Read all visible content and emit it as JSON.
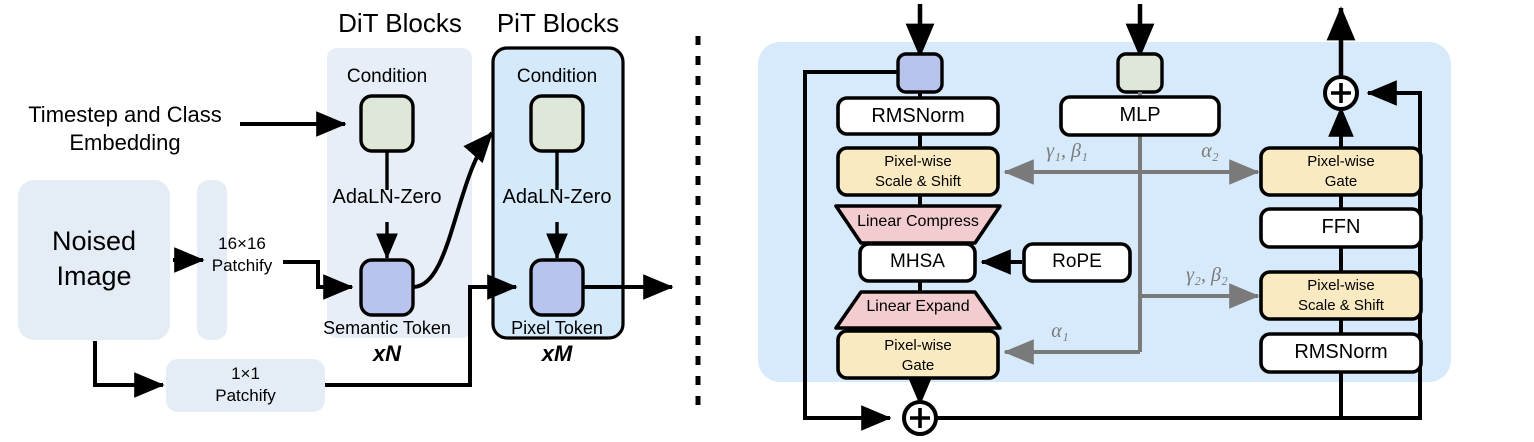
{
  "figure": {
    "left_panel": {
      "title_dit": "DiT Blocks",
      "title_pit": "PiT Blocks",
      "noised_image": "Noised\nImage",
      "noised_image_l1": "Noised",
      "noised_image_l2": "Image",
      "patchify_16": "16×16",
      "patchify_16_l2": "Patchify",
      "patchify_1": "1×1",
      "patchify_1_l2": "Patchify",
      "timestep_l1": "Timestep and Class",
      "timestep_l2": "Embedding",
      "condition_dit": "Condition",
      "condition_pit": "Condition",
      "adaln_dit": "AdaLN-Zero",
      "adaln_pit": "AdaLN-Zero",
      "semantic_token": "Semantic Token",
      "pixel_token": "Pixel Token",
      "repeat_n": "xN",
      "repeat_m": "xM"
    },
    "right_panel": {
      "rmsnorm_left": "RMSNorm",
      "scale_shift_left_l1": "Pixel-wise",
      "scale_shift_left_l2": "Scale & Shift",
      "linear_compress": "Linear Compress",
      "mhsa": "MHSA",
      "rope": "RoPE",
      "linear_expand": "Linear Expand",
      "gate_left_l1": "Pixel-wise",
      "gate_left_l2": "Gate",
      "mlp": "MLP",
      "gate_right_l1": "Pixel-wise",
      "gate_right_l2": "Gate",
      "ffn": "FFN",
      "scale_shift_right_l1": "Pixel-wise",
      "scale_shift_right_l2": "Scale & Shift",
      "rmsnorm_right": "RMSNorm",
      "label_gamma1": "γ₁, β₁",
      "label_alpha2": "α₂",
      "label_gamma2": "γ₂, β₂",
      "label_alpha1": "α₁",
      "plus_top": "+",
      "plus_bottom": "+"
    },
    "colors": {
      "panel_dit": "#e8eef7",
      "panel_pit": "#d4e9fa",
      "panel_right": "#d6eafb",
      "token_blue": "#b9c4ee",
      "token_green": "#dfe7d8",
      "box_white": "#ffffff",
      "box_yellow": "#faeac2",
      "box_pink": "#f2ccce",
      "stroke": "#000000",
      "gray_arrow": "#7a7a7a",
      "shape_soft": "#e4ecf6"
    }
  }
}
